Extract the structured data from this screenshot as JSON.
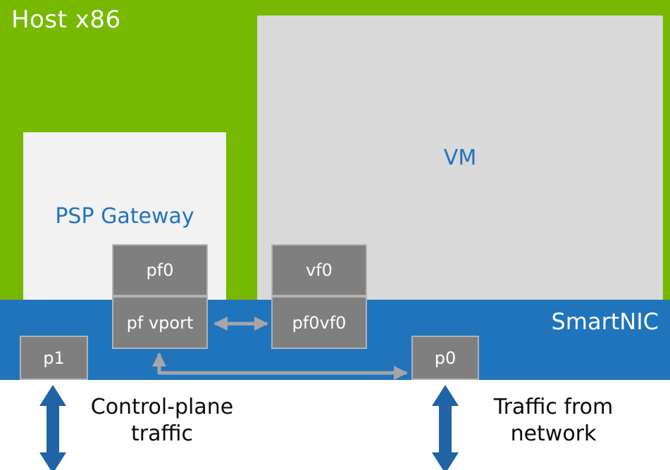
{
  "host": {
    "label": "Host x86"
  },
  "psp_gateway": {
    "label": "PSP Gateway"
  },
  "vm": {
    "label": "VM"
  },
  "smartnic": {
    "label": "SmartNIC"
  },
  "ports": {
    "pf0": "pf0",
    "pf_vport": "pf vport",
    "vf0": "vf0",
    "pf0vf0": "pf0vf0",
    "p1": "p1",
    "p0": "p0"
  },
  "annotations": {
    "control_plane": "Control-plane traffic",
    "traffic_from_network": "Traffic from network"
  },
  "colors": {
    "host_green": "#76B900",
    "smartnic_blue": "#1F74BC",
    "port_gray": "#7F7F7F",
    "psp_gateway_bg": "#F2F2F2",
    "vm_bg": "#D9D9D9",
    "label_blue": "#2173BC",
    "connector_gray": "#A6A6A6",
    "traffic_arrow_blue": "#2063A6"
  }
}
